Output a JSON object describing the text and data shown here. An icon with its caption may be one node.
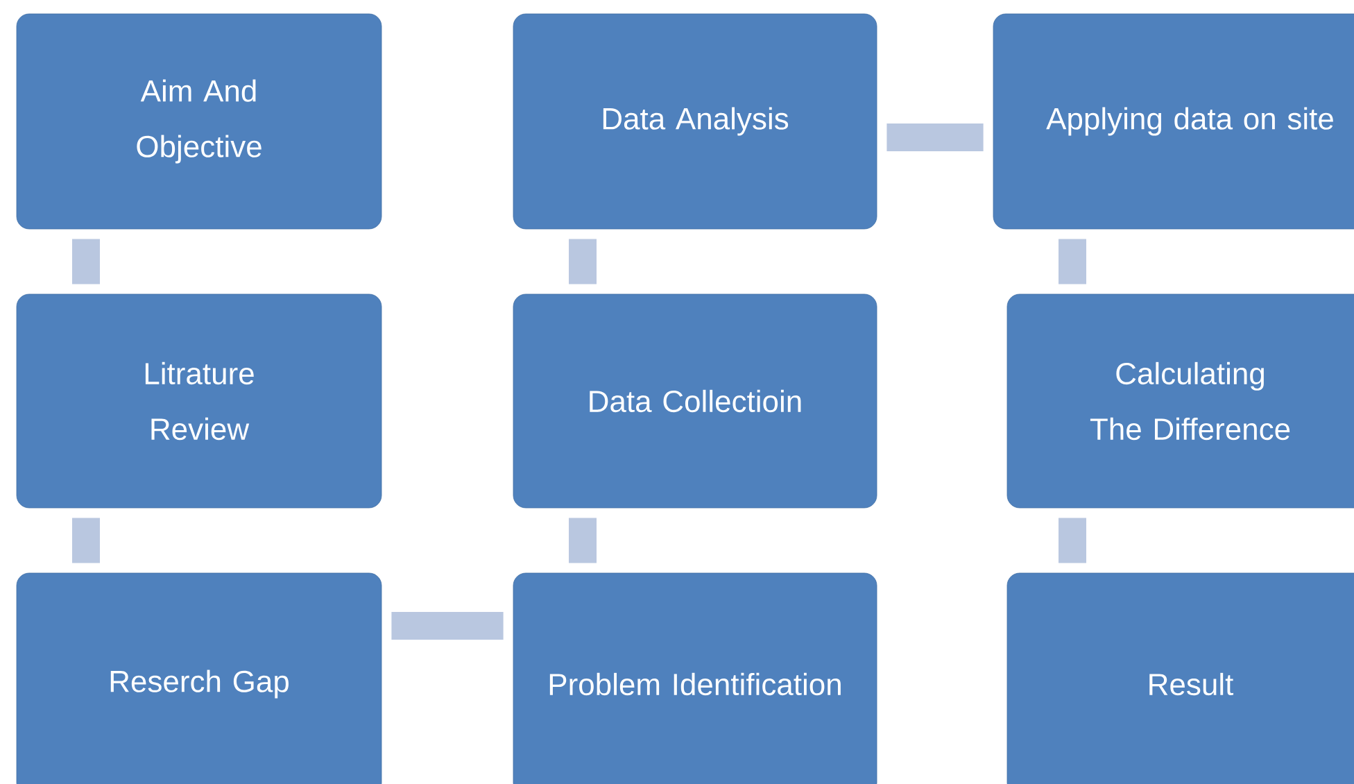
{
  "diagram": {
    "nodes": [
      {
        "text": [
          "Aim And Objective"
        ]
      },
      {
        "text": [
          "Data Analysis"
        ]
      },
      {
        "text": [
          "Applying data on site"
        ]
      },
      {
        "text": [
          "Litrature Review"
        ]
      },
      {
        "text": [
          "Data Collectioin"
        ]
      },
      {
        "text": [
          "Calculating The Difference"
        ]
      },
      {
        "text": [
          "Reserch Gap"
        ]
      },
      {
        "text": [
          "Problem Identification"
        ]
      },
      {
        "text": [
          "Result"
        ]
      }
    ],
    "edges": [
      {
        "from": 0,
        "to": 3,
        "arrow": "none"
      },
      {
        "from": 3,
        "to": 6,
        "arrow": "none"
      },
      {
        "from": 6,
        "to": 7,
        "arrow": "none"
      },
      {
        "from": 7,
        "to": 4,
        "arrow": "none"
      },
      {
        "from": 4,
        "to": 1,
        "arrow": "none"
      },
      {
        "from": 1,
        "to": 2,
        "arrow": "none"
      },
      {
        "from": 2,
        "to": 5,
        "arrow": "none"
      },
      {
        "from": 5,
        "to": 8,
        "arrow": "none"
      }
    ]
  }
}
